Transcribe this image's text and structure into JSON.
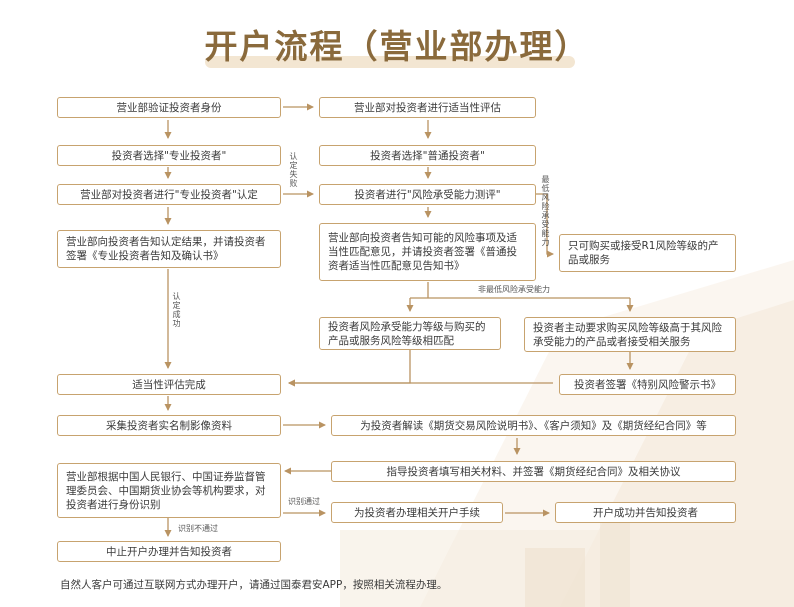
{
  "title": "开户流程（营业部办理）",
  "boxes": {
    "b1": "营业部验证投资者身份",
    "b2": "营业部对投资者进行适当性评估",
    "b3": "投资者选择\"专业投资者\"",
    "b4": "投资者选择\"普通投资者\"",
    "b5": "营业部对投资者进行\"专业投资者\"认定",
    "b6": "投资者进行\"风险承受能力测评\"",
    "b7": "营业部向投资者告知认定结果，并请投资者签署《专业投资者告知及确认书》",
    "b8": "营业部向投资者告知可能的风险事项及适当性匹配意见，并请投资者签署《普通投资者适当性匹配意见告知书》",
    "b9": "只可购买或接受R1风险等级的产品或服务",
    "b10": "投资者风险承受能力等级与购买的产品或服务风险等级相匹配",
    "b11": "投资者主动要求购买风险等级高于其风险承受能力的产品或者接受相关服务",
    "b12": "适当性评估完成",
    "b13": "投资者签署《特别风险警示书》",
    "b14": "采集投资者实名制影像资料",
    "b15": "为投资者解读《期货交易风险说明书》、《客户须知》及《期货经纪合同》等",
    "b16": "营业部根据中国人民银行、中国证券监督管理委员会、中国期货业协会等机构要求，对投资者进行身份识别",
    "b17": "指导投资者填写相关材料、并签署《期货经纪合同》及相关协议",
    "b18": "为投资者办理相关开户手续",
    "b19": "开户成功并告知投资者",
    "b20": "中止开户办理并告知投资者"
  },
  "labels": {
    "fail": "认定失败",
    "lowest": "最低风险承受能力",
    "success": "认定成功",
    "not_lowest": "非最低风险承受能力",
    "id_pass": "识别通过",
    "id_fail": "识别不通过"
  },
  "footnote": "自然人客户可通过互联网方式办理开户，请通过国泰君安APP，按照相关流程办理。",
  "colors": {
    "accent": "#c7a36f",
    "title": "#8a6a3c",
    "arrow": "#b99362"
  }
}
